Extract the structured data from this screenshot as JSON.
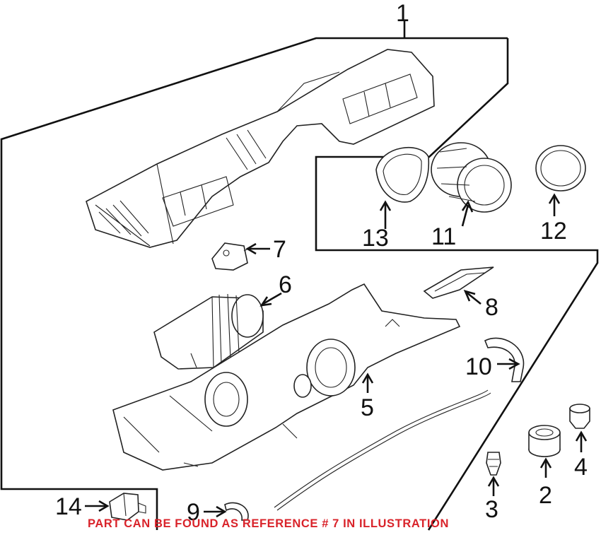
{
  "callouts": {
    "c1": "1",
    "c2": "2",
    "c3": "3",
    "c4": "4",
    "c5": "5",
    "c6": "6",
    "c7": "7",
    "c8": "8",
    "c9": "9",
    "c10": "10",
    "c11": "11",
    "c12": "12",
    "c13": "13",
    "c14": "14"
  },
  "note": "PART CAN BE FOUND AS REFERENCE # 7 IN ILLUSTRATION",
  "colors": {
    "note": "#d9232a",
    "line": "#111111"
  }
}
